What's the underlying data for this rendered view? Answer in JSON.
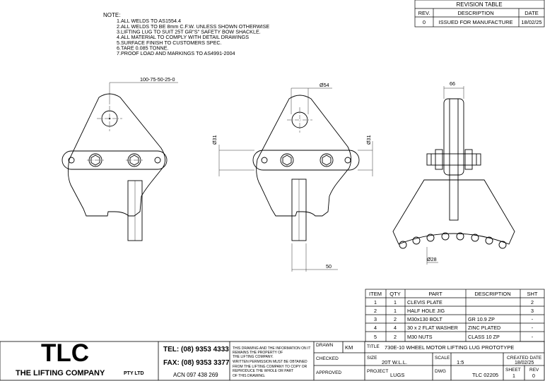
{
  "notes": {
    "heading": "NOTE:",
    "items": [
      "1.ALL WELDS TO AS1554.4",
      "2.ALL WELDS TO BE 8mm C.F.W. UNLESS SHOWN OTHERWISE",
      "3.LIFTING LUG TO SUIT 25T GR\"S\" SAFETY BOW SHACKLE.",
      "4.ALL MATERIAL TO COMPLY WITH DETAIL DRAWINGS",
      "5.SURFACE FINISH TO CUSTOMERS SPEC.",
      "6.TARE 0.085 TONNE.",
      "7.PROOF LOAD AND MARKINGS TO AS4991-2004"
    ]
  },
  "revision_table": {
    "title": "REVISION TABLE",
    "headers": [
      "REV.",
      "DESCRIPTION",
      "DATE"
    ],
    "rows": [
      [
        "0",
        "ISSUED FOR MANUFACTURE",
        "18/02/25"
      ]
    ]
  },
  "dimensions": {
    "left_leader": "100-75-50-25-0",
    "dia_54": "Ø54",
    "dia_31_a": "Ø31",
    "dia_31_b": "Ø31",
    "width_50": "50",
    "width_66": "66",
    "dia_28": "Ø28"
  },
  "parts_table": {
    "headers": [
      "ITEM",
      "QTY",
      "PART",
      "DESCRIPTION",
      "SHT"
    ],
    "rows": [
      [
        "1",
        "1",
        "CLEVIS PLATE",
        "",
        "2"
      ],
      [
        "2",
        "1",
        "HALF HOLE JIG",
        "",
        "3"
      ],
      [
        "3",
        "2",
        "M30x130 BOLT",
        "GR 10.9 ZP",
        "-"
      ],
      [
        "4",
        "4",
        "30 x 2 FLAT WASHER",
        "ZINC PLATED",
        "-"
      ],
      [
        "5",
        "2",
        "M30 NUTS",
        "CLASS 10 ZP",
        "-"
      ]
    ]
  },
  "title_block": {
    "logo": "TLC",
    "company": "THE LIFTING COMPANY",
    "pty": "PTY LTD",
    "tel": "TEL: (08) 9353 4333",
    "fax": "FAX: (08) 9353 3377",
    "acn": "ACN 097 438 269",
    "disclaimer": [
      "THIS DRAWING AND THE INFORMATION ON IT",
      "REMAINS THE PROPERTY OF",
      "THE LIFTING COMPANY.",
      "WRITTEN PERMISSION MUST BE OBTAINED",
      "FROM THE LIFTING COMPANY TO COPY OR",
      "REPRODUCE THE WHOLE OR PART",
      "OF THIS DRAWING."
    ],
    "drawn_label": "DRAWN",
    "drawn_value": "KM",
    "checked_label": "CHECKED",
    "approved_label": "APPROVED",
    "title_label": "TITLE",
    "title_value": "730E-10 WHEEL MOTOR LIFTING LUG PROTOTYPE",
    "size_label": "SIZE",
    "size_value": "20T W.L.L.",
    "scale_label": "SCALE",
    "scale_value": "1:5",
    "created_label": "CREATED DATE",
    "created_value": "18/02/25",
    "project_label": "PROJECT",
    "project_value": "LUGS",
    "dwg_label": "DWG",
    "dwg_value": "TLC 02205",
    "sheet_label": "SHEET",
    "sheet_value": "1",
    "rev_label": "REV",
    "rev_value": "0"
  }
}
